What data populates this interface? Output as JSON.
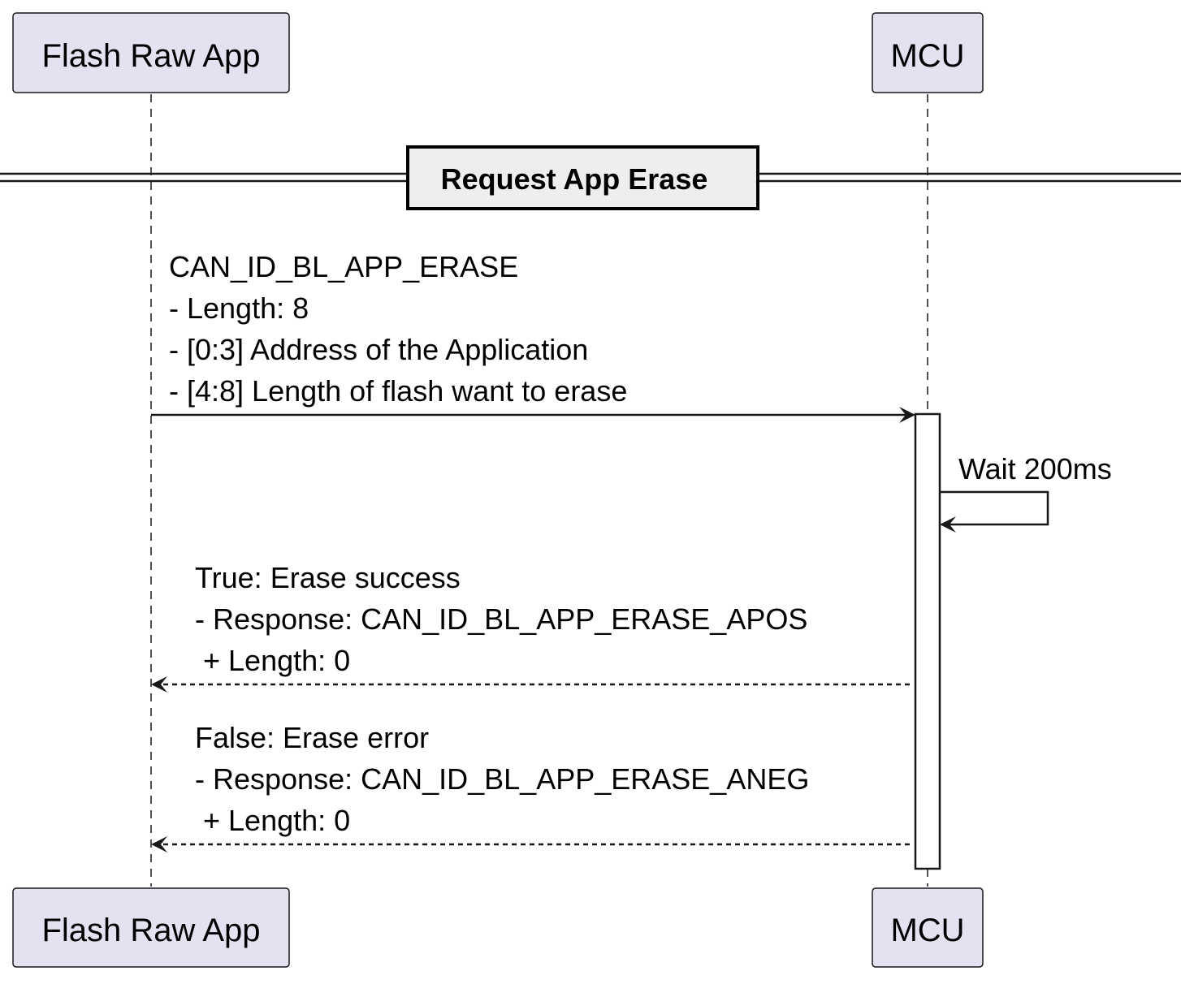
{
  "participants": {
    "app": {
      "label": "Flash Raw App"
    },
    "mcu": {
      "label": "MCU"
    }
  },
  "divider": {
    "label": "Request App Erase"
  },
  "messages": {
    "erase_request": {
      "lines": [
        "CAN_ID_BL_APP_ERASE",
        "- Length: 8",
        "- [0:3] Address of the Application",
        "- [4:8] Length of flash want to erase"
      ],
      "style": "solid",
      "direction": "app-to-mcu"
    },
    "wait": {
      "lines": [
        "Wait 200ms"
      ],
      "style": "solid",
      "direction": "self-mcu"
    },
    "erase_success": {
      "lines": [
        "True: Erase success",
        "- Response: CAN_ID_BL_APP_ERASE_APOS",
        " + Length: 0"
      ],
      "style": "dashed",
      "direction": "mcu-to-app"
    },
    "erase_error": {
      "lines": [
        "False: Erase error",
        "- Response: CAN_ID_BL_APP_ERASE_ANEG",
        " + Length: 0"
      ],
      "style": "dashed",
      "direction": "mcu-to-app"
    }
  },
  "colors": {
    "participant_fill": "#e2e2f0",
    "participant_border": "#181818",
    "divider_fill": "#eeeeee",
    "line": "#181818"
  }
}
